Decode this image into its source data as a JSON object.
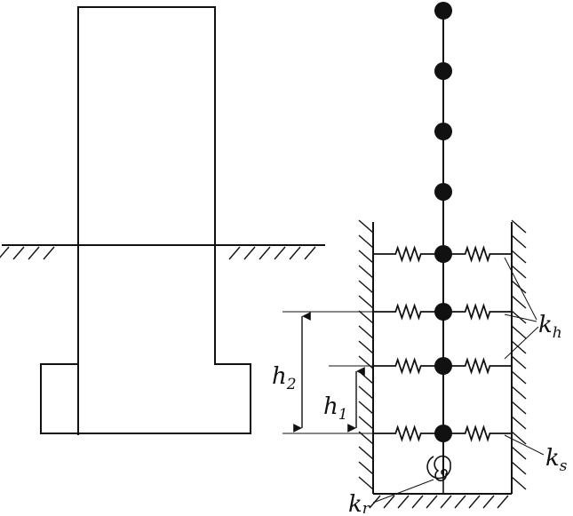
{
  "labels": {
    "h1": {
      "main": "h",
      "sub": "1"
    },
    "h2": {
      "main": "h",
      "sub": "2"
    },
    "kh": {
      "main": "k",
      "sub": "h"
    },
    "ks": {
      "main": "k",
      "sub": "s"
    },
    "kr": {
      "main": "k",
      "sub": "r"
    }
  },
  "colors": {
    "ink": "#111111",
    "background": "#ffffff"
  },
  "model": {
    "lumped_masses": 8,
    "spring_levels": 4
  }
}
